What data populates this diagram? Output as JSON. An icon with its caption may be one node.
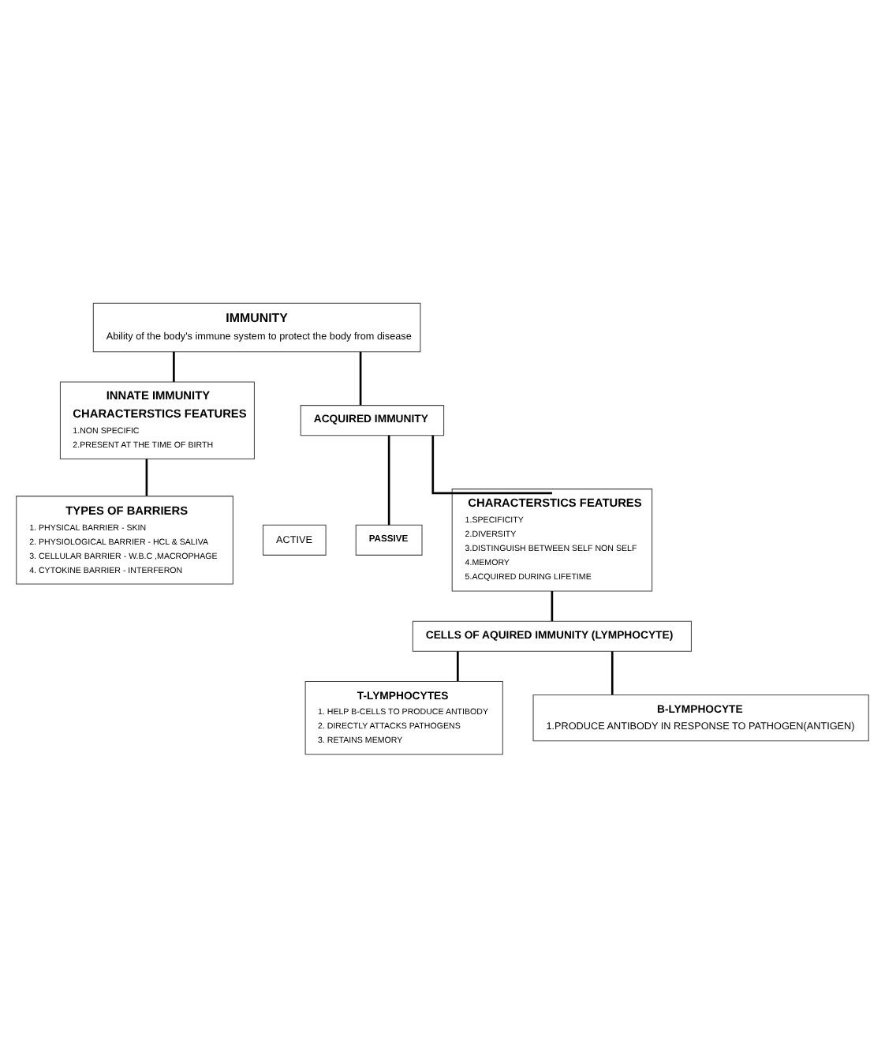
{
  "diagram": {
    "nodes": [
      {
        "text": [
          "IMMUNITY",
          "Ability of the body's immune system to protect the body from disease"
        ]
      },
      {
        "text": [
          "INNATE IMMUNITY",
          "CHARACTERSTICS FEATURES",
          "1.NON SPECIFIC",
          "2.PRESENT AT THE TIME OF BIRTH"
        ]
      },
      {
        "text": [
          "ACQUIRED IMMUNITY"
        ]
      },
      {
        "text": [
          "ACTIVE"
        ]
      },
      {
        "text": [
          "PASSIVE"
        ]
      },
      {
        "text": [
          "CHARACTERSTICS FEATURES",
          "1.SPECIFICITY",
          "2.DIVERSITY",
          "3.DISTINGUISH BETWEEN SELF NON SELF",
          "4.MEMORY",
          "5.ACQUIRED DURING LIFETIME"
        ]
      },
      {
        "text": [
          "TYPES OF BARRIERS",
          "1. PHYSICAL BARRIER - SKIN",
          "2. PHYSIOLOGICAL BARRIER - HCL & SALIVA",
          "3. CELLULAR BARRIER - W.B.C ,MACROPHAGE",
          "4. CYTOKINE BARRIER - INTERFERON"
        ]
      },
      {
        "text": [
          "CELLS OF AQUIRED IMMUNITY (LYMPHOCYTE)"
        ]
      },
      {
        "text": [
          "T-LYMPHOCYTES",
          "1. HELP B-CELLS TO PRODUCE ANTIBODY",
          "2. DIRECTLY ATTACKS PATHOGENS",
          "3. RETAINS MEMORY"
        ]
      },
      {
        "text": [
          "B-LYMPHOCYTE",
          "1.PRODUCE ANTIBODY IN RESPONSE TO PATHOGEN(ANTIGEN)"
        ]
      }
    ],
    "edges": [
      {
        "from": 0,
        "to": 1,
        "arrow": "none"
      },
      {
        "from": 0,
        "to": 2,
        "arrow": "none"
      },
      {
        "from": 2,
        "to": 4,
        "arrow": "none"
      },
      {
        "from": 2,
        "to": 5,
        "arrow": "none"
      },
      {
        "from": 1,
        "to": 6,
        "arrow": "none"
      },
      {
        "from": 5,
        "to": 7,
        "arrow": "none"
      },
      {
        "from": 7,
        "to": 8,
        "arrow": "none"
      },
      {
        "from": 7,
        "to": 9,
        "arrow": "none"
      }
    ]
  }
}
